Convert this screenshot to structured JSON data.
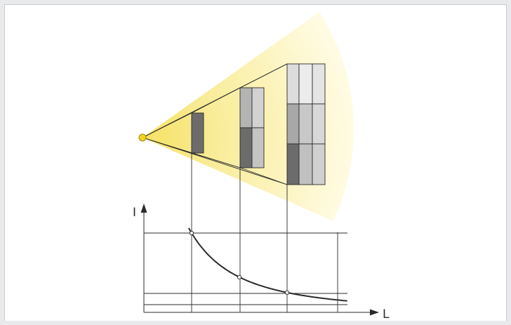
{
  "figure": {
    "y_axis_label": "I",
    "x_axis_label": "L"
  },
  "colors": {
    "beam_light": "#fff8cc",
    "beam_mid": "#fbeea0",
    "beam_strong": "#f5e36a",
    "source": "#f2d21e",
    "stroke": "#2b2b2b",
    "panel_light": "#eeeeee",
    "panel_mid": "#b4b4b4",
    "panel_dark": "#6c6c6c",
    "page_background": "#e8eaec"
  },
  "chart_data": {
    "type": "line",
    "description_series": [
      {
        "values": [
          4,
          1.78,
          1
        ]
      }
    ],
    "x": [
      1,
      1.5,
      2
    ],
    "y": [
      1,
      0.444,
      0.25
    ],
    "curve": "inverse-square"
  }
}
